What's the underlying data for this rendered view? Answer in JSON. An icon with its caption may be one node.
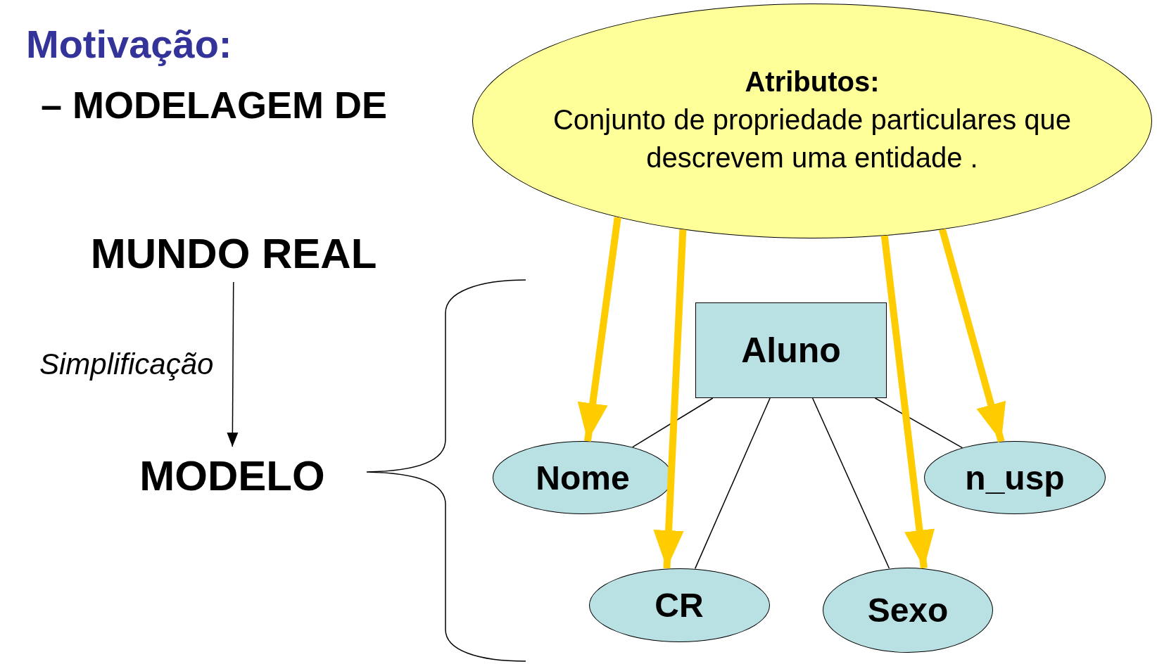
{
  "diagram": {
    "title": "Motivação:",
    "nodes": [
      {
        "text": [
          "MUNDO REAL"
        ]
      },
      {
        "text": [
          "MODELO"
        ]
      },
      {
        "text": [
          "Atributos:",
          "Conjunto de propriedade particulares que descrevem uma entidade ."
        ]
      },
      {
        "text": [
          "Aluno"
        ]
      },
      {
        "text": [
          "Nome"
        ]
      },
      {
        "text": [
          "n_usp"
        ]
      },
      {
        "text": [
          "CR"
        ]
      },
      {
        "text": [
          "Sexo"
        ]
      }
    ],
    "edges": [
      {
        "from": 0,
        "to": 1,
        "arrow": "to",
        "label": "Simplificação"
      },
      {
        "from": 3,
        "to": 4,
        "arrow": "none"
      },
      {
        "from": 3,
        "to": 6,
        "arrow": "none"
      },
      {
        "from": 3,
        "to": 7,
        "arrow": "none"
      },
      {
        "from": 3,
        "to": 5,
        "arrow": "none"
      },
      {
        "from": 2,
        "to": 4,
        "arrow": "to",
        "style": "thick",
        "color": "#ffcc00"
      },
      {
        "from": 2,
        "to": 6,
        "arrow": "to",
        "style": "thick",
        "color": "#ffcc00"
      },
      {
        "from": 2,
        "to": 7,
        "arrow": "to",
        "style": "thick",
        "color": "#ffcc00"
      },
      {
        "from": 2,
        "to": 5,
        "arrow": "to",
        "style": "thick",
        "color": "#ffcc00"
      }
    ],
    "labels": [
      "– MODELAGEM DE"
    ]
  }
}
